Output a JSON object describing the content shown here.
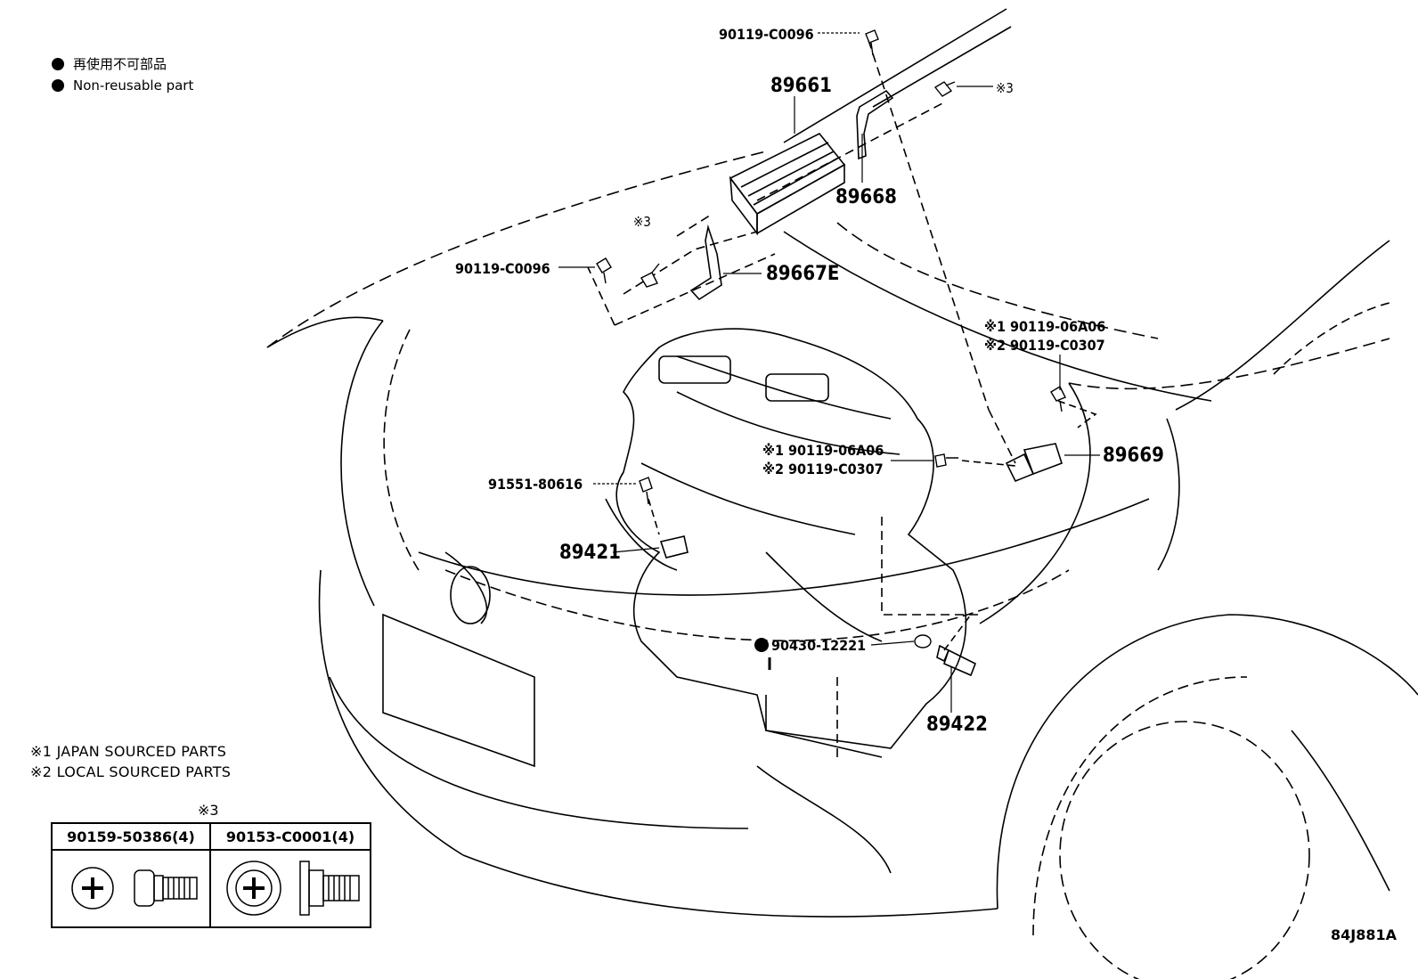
{
  "legend": {
    "non_reusable_jp": "再使用不可部品",
    "non_reusable_en": "Non-reusable part"
  },
  "notes": {
    "note1": "※1 JAPAN SOURCED PARTS",
    "note2": "※2 LOCAL SOURCED PARTS"
  },
  "table": {
    "ref": "※3",
    "col1": "90159-50386(4)",
    "col2": "90153-C0001(4)"
  },
  "labels": {
    "p90119_C0096_top": "90119-C0096",
    "p89661": "89661",
    "ref3_right": "※3",
    "p89668": "89668",
    "ref3_mid": "※3",
    "p90119_C0096_left": "90119-C0096",
    "p89667E": "89667E",
    "note1_a": "※1 90119-06A06",
    "note2_a": "※2 90119-C0307",
    "note1_b": "※1 90119-06A06",
    "note2_b": "※2 90119-C0307",
    "p89669": "89669",
    "p91551_80616": "91551-80616",
    "p89421": "89421",
    "p90430_12221": "90430-12221",
    "p89422": "89422"
  },
  "figure_code": "84J881A"
}
